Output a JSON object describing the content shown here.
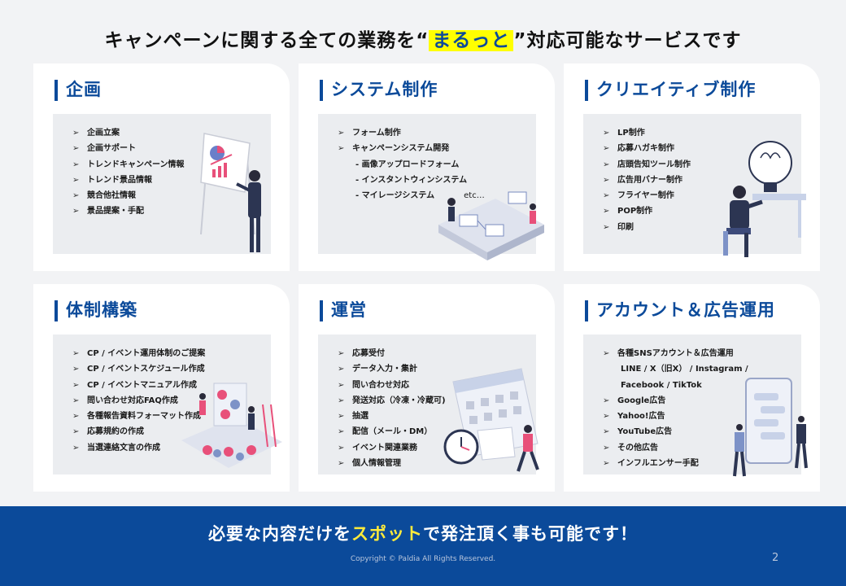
{
  "headline": {
    "before": "キャンペーンに関する全ての業務を“",
    "highlight": "まるっと",
    "after": "”対応可能なサービスです"
  },
  "cards": [
    {
      "title": "企画",
      "items": [
        {
          "text": "企画立案"
        },
        {
          "text": "企画サポート"
        },
        {
          "text": "トレンドキャンペーン情報"
        },
        {
          "text": "トレンド景品情報"
        },
        {
          "text": "競合他社情報"
        },
        {
          "text": "景品提案・手配"
        }
      ]
    },
    {
      "title": "システム制作",
      "items": [
        {
          "text": "フォーム制作"
        },
        {
          "text": "キャンペーンシステム開発"
        }
      ],
      "subs": [
        "- 画像アップロードフォーム",
        "- インスタントウィンシステム",
        "- マイレージシステム"
      ],
      "etc": "etc…"
    },
    {
      "title": "クリエイティブ制作",
      "items": [
        {
          "text": "LP制作"
        },
        {
          "text": "応募ハガキ制作"
        },
        {
          "text": "店頭告知ツール制作"
        },
        {
          "text": "広告用バナー制作"
        },
        {
          "text": "フライヤー制作"
        },
        {
          "text": "POP制作"
        },
        {
          "text": "印刷"
        }
      ]
    },
    {
      "title": "体制構築",
      "items": [
        {
          "text": "CP / イベント運用体制のご提案"
        },
        {
          "text": "CP / イベントスケジュール作成"
        },
        {
          "text": "CP / イベントマニュアル作成"
        },
        {
          "text": "問い合わせ対応FAQ作成"
        },
        {
          "text": "各種報告資料フォーマット作成"
        },
        {
          "text": "応募規約の作成"
        },
        {
          "text": "当選連絡文言の作成"
        }
      ]
    },
    {
      "title": "運営",
      "items": [
        {
          "text": "応募受付"
        },
        {
          "text": "データ入力・集計"
        },
        {
          "text": "問い合わせ対応"
        },
        {
          "text": "発送対応（冷凍・冷蔵可)"
        },
        {
          "text": "抽選"
        },
        {
          "text": "配信（メール・DM）"
        },
        {
          "text": "イベント関連業務"
        },
        {
          "text": "個人情報管理"
        }
      ]
    },
    {
      "title": "アカウント＆広告運用",
      "items": [
        {
          "text": "各種SNSアカウント＆広告運用"
        }
      ],
      "subs": [
        "LINE / X（旧X） / Instagram /",
        "Facebook / TikTok"
      ],
      "items2": [
        {
          "text": "Google広告"
        },
        {
          "text": "Yahoo!広告"
        },
        {
          "text": "YouTube広告"
        },
        {
          "text": "その他広告"
        },
        {
          "text": "インフルエンサー手配"
        }
      ]
    }
  ],
  "bullet": "➢",
  "footer": {
    "before": "必要な内容だけを",
    "highlight": "スポット",
    "after": "で発注頂く事も可能です！",
    "copyright": "Copyright © Paldia All Rights Reserved.",
    "page": "2"
  },
  "colors": {
    "brand": "#0b4a9a",
    "highlight": "#ffff00",
    "panel": "#ebedf0"
  }
}
